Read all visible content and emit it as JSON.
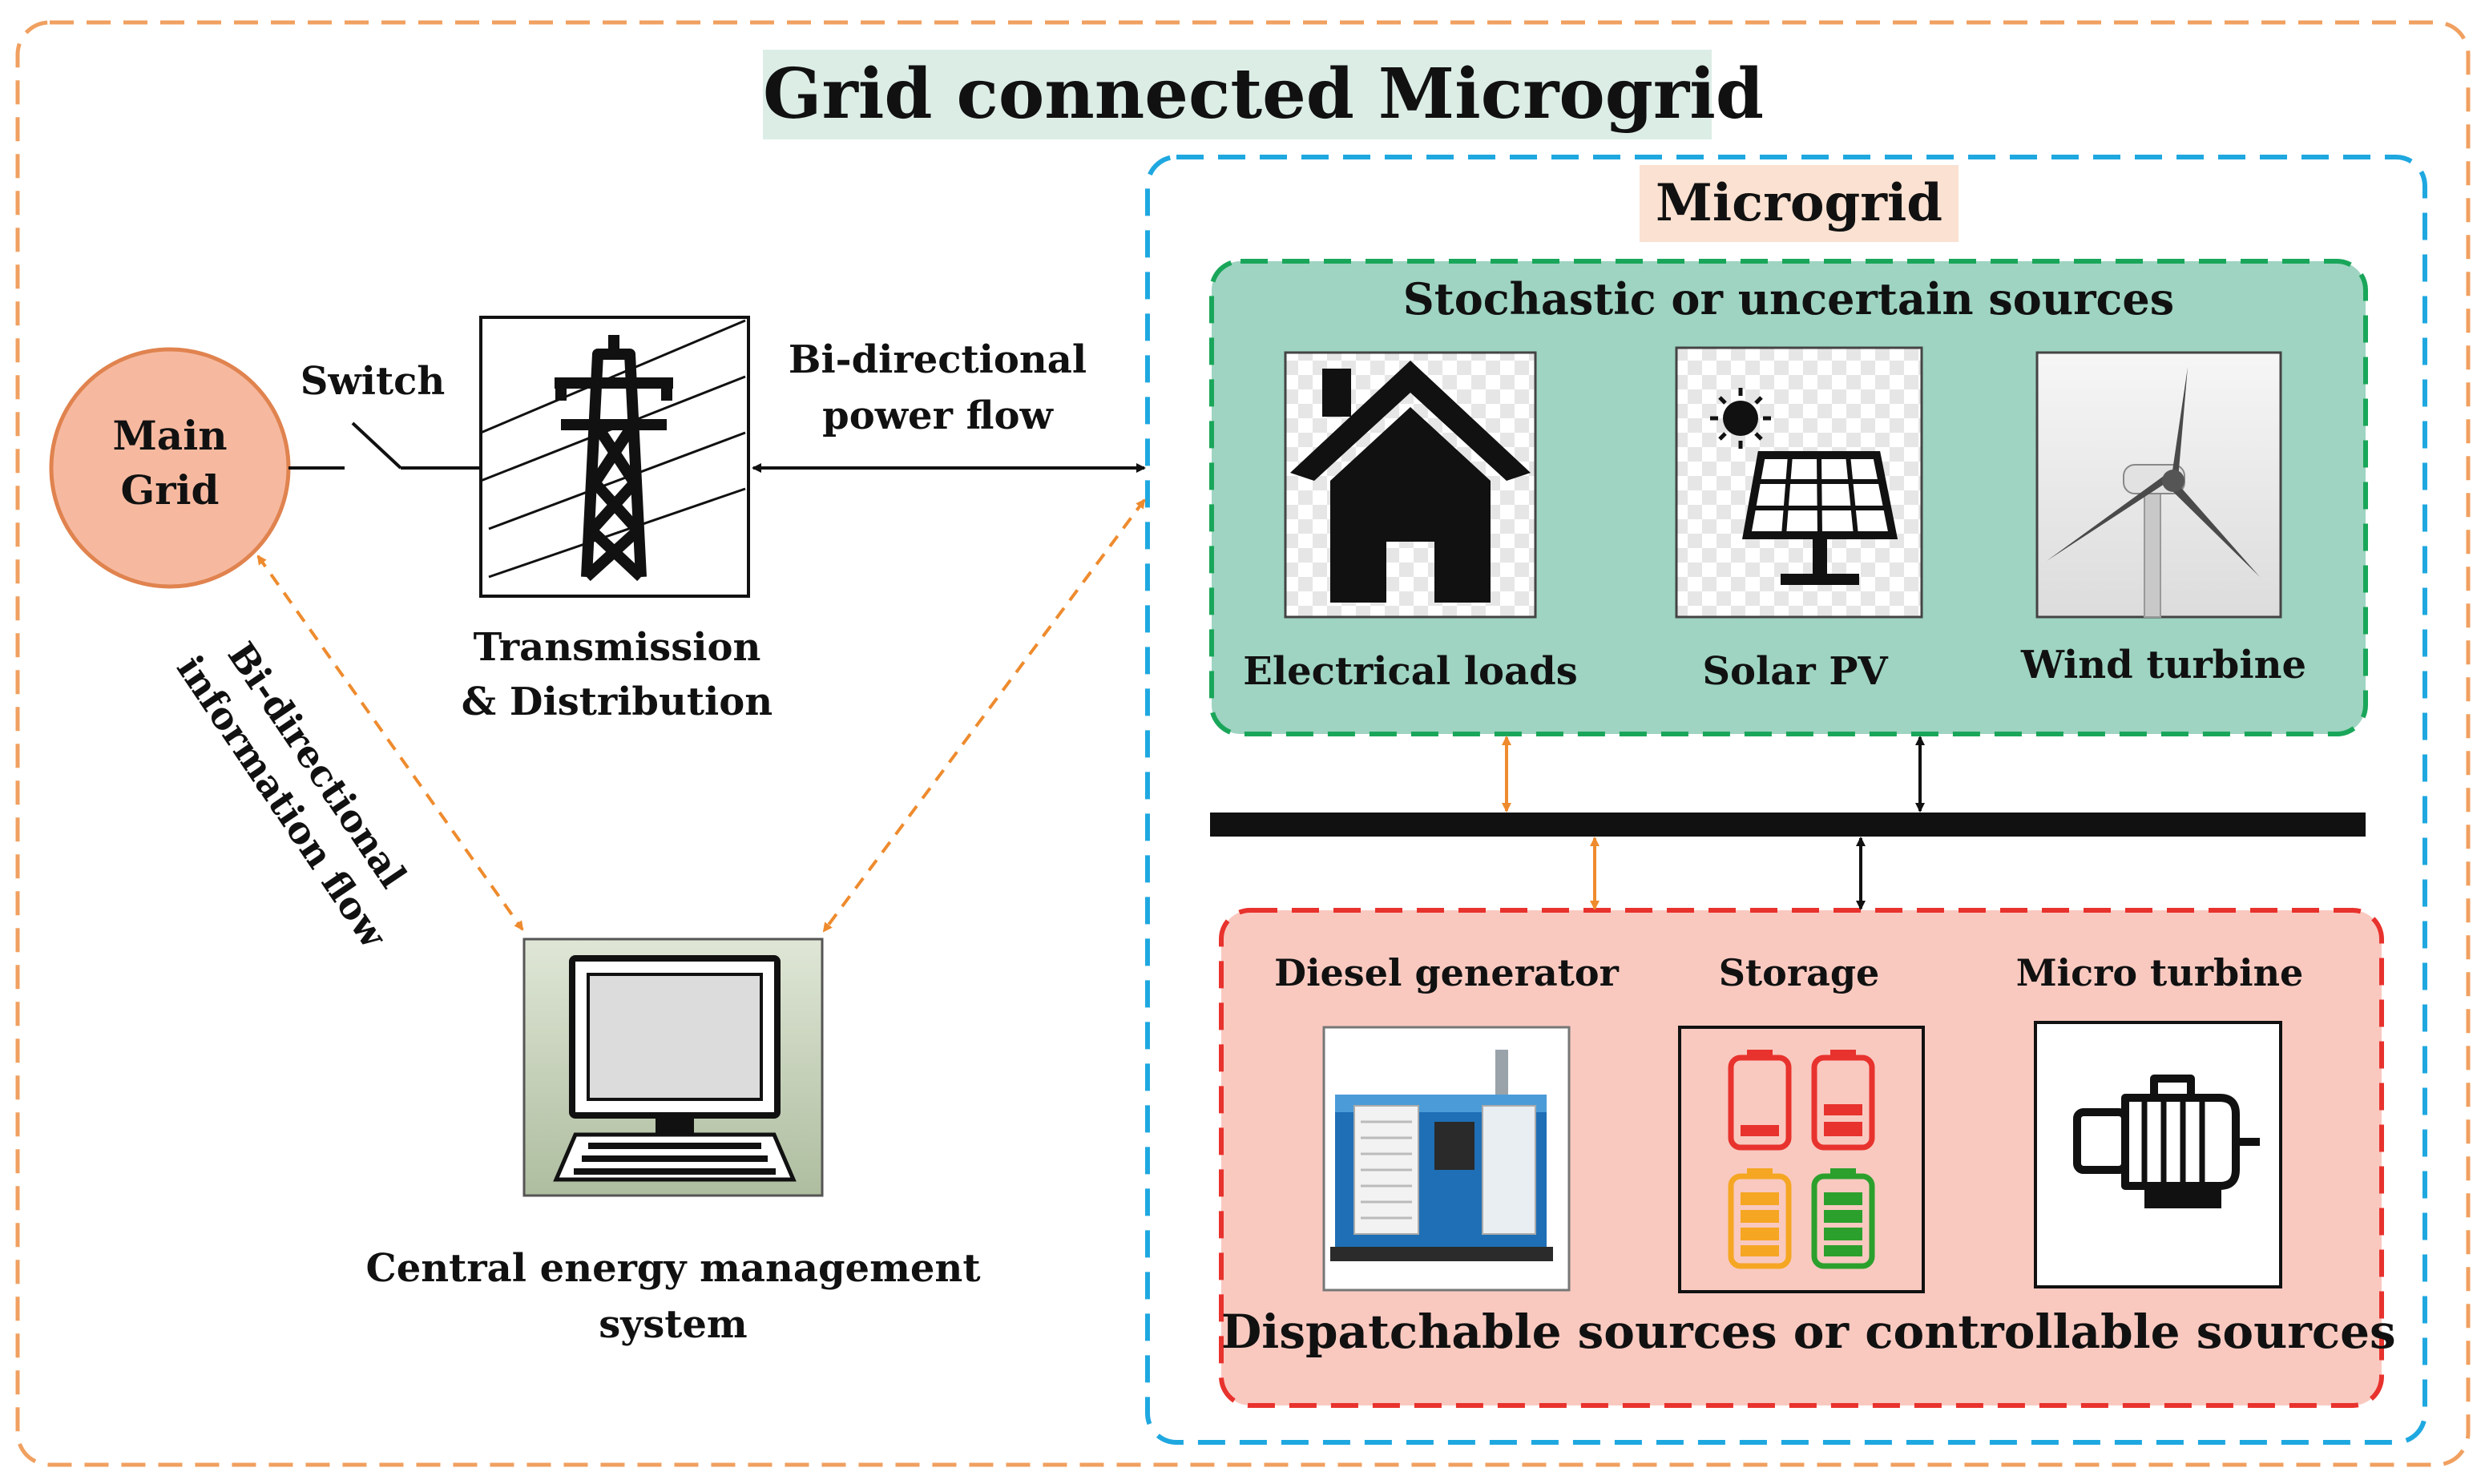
{
  "title": "Grid connected Microgrid",
  "microgrid_title": "Microgrid",
  "main_grid": {
    "line1": "Main",
    "line2": "Grid"
  },
  "switch_label": "Switch",
  "transmission": {
    "line1": "Transmission",
    "line2": "& Distribution"
  },
  "power_flow": {
    "line1": "Bi-directional",
    "line2": "power flow"
  },
  "info_flow": {
    "line1": "Bi-directional",
    "line2": "information flow"
  },
  "cems": {
    "line1": "Central energy management",
    "line2": "system"
  },
  "stochastic": {
    "title": "Stochastic or uncertain sources",
    "items": [
      "Electrical loads",
      "Solar PV",
      "Wind turbine"
    ]
  },
  "dispatchable": {
    "title": "Dispatchable sources or controllable sources",
    "items": [
      "Diesel generator",
      "Storage",
      "Micro turbine"
    ]
  },
  "colors": {
    "outer_border": "#f0a060",
    "microgrid_border": "#1fa8e0",
    "stochastic_fill": "#9ed4c1",
    "stochastic_border": "#1aa65a",
    "dispatchable_fill": "#f9c9c0",
    "dispatchable_border": "#e8322d",
    "main_grid_fill": "#f6b9a0",
    "info_arrow": "#ee8b2e",
    "title_bg": "#dcede6",
    "microgrid_title_bg": "#fbe1d1",
    "computer_bg": "#c9d5bf"
  }
}
